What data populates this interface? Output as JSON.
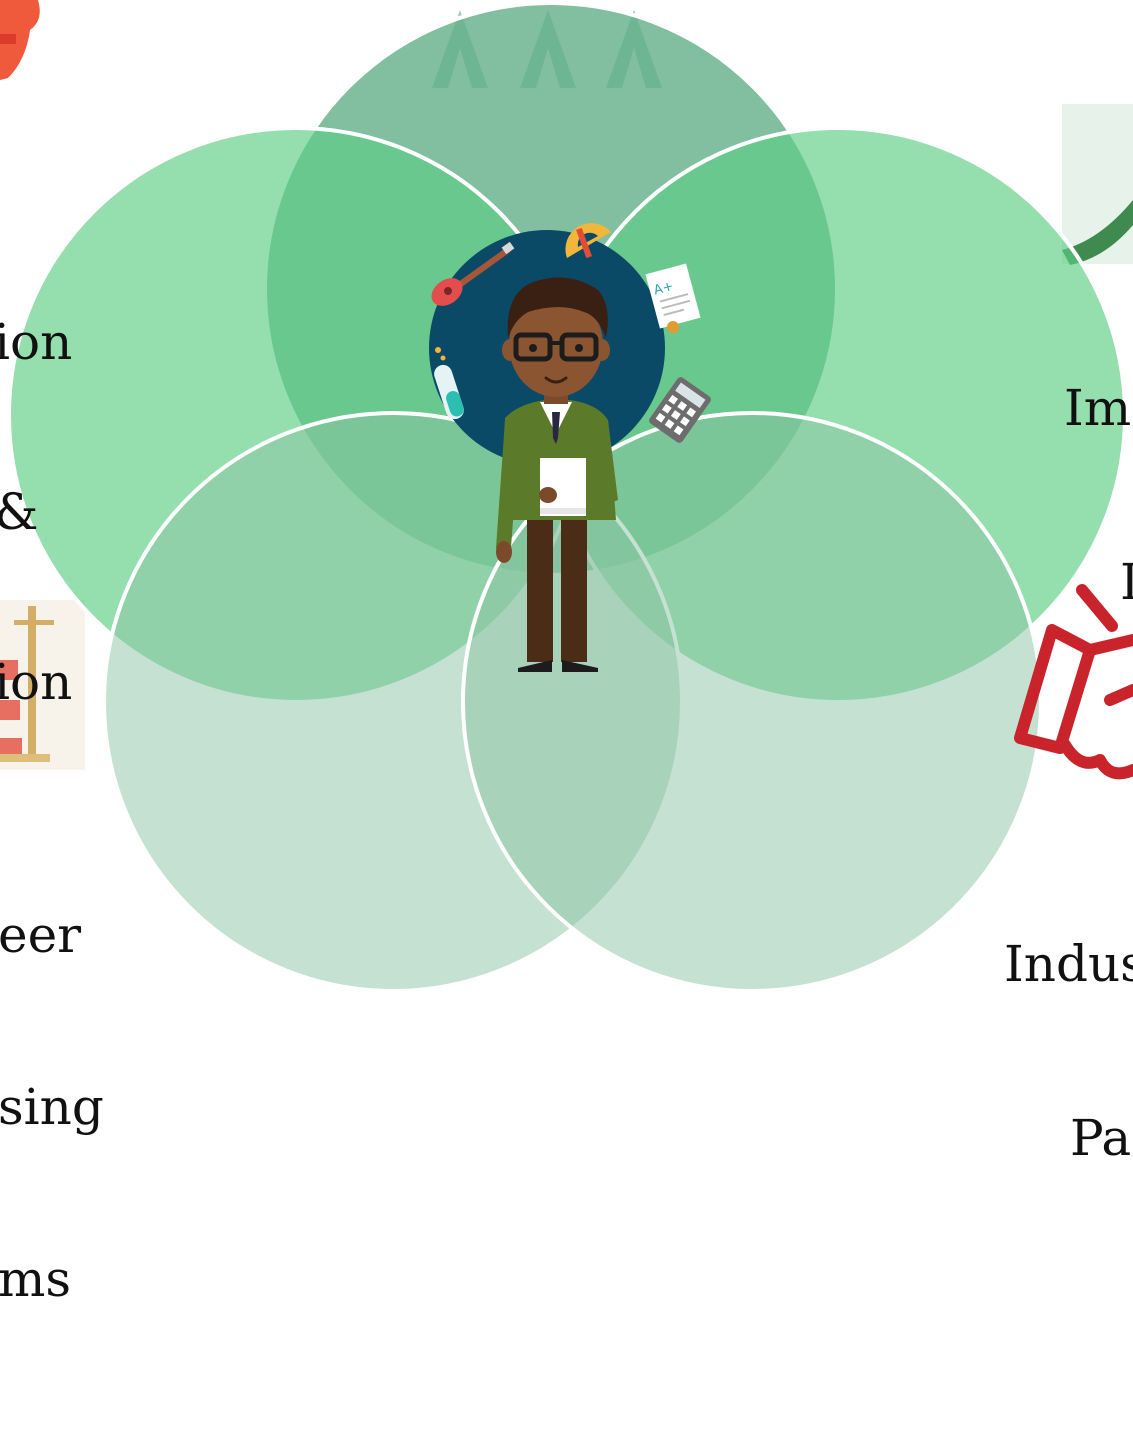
{
  "diagram": {
    "labels": {
      "left_top": [
        "ion",
        "&",
        "ion"
      ],
      "left_bottom": [
        "eer",
        "sing",
        "ms"
      ],
      "right_top": [
        "Im",
        "I"
      ],
      "right_bottom": [
        "Indus",
        "Pa"
      ]
    },
    "colors": {
      "circle_top": "#5fad87",
      "circle_left": "#5ccc82",
      "circle_right": "#5ccc82",
      "circle_bottom": "#8cc3a3",
      "outline": "#ffffff",
      "center_disc": "#0b4a66",
      "handshake": "#c9242c"
    },
    "icons": [
      "figures-icon",
      "guitar-icon",
      "protractor-icon",
      "certificate-icon",
      "test-tube-icon",
      "calculator-icon",
      "student-icon",
      "crane-icon",
      "handshake-icon",
      "chart-icon"
    ]
  }
}
